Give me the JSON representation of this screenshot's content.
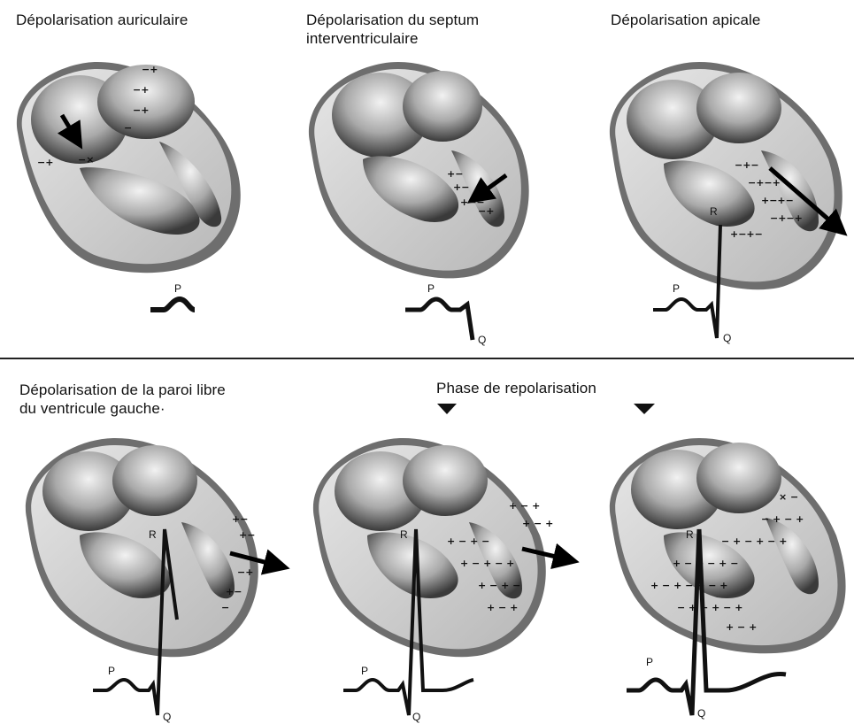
{
  "titles": {
    "p1": "Dépolarisation auriculaire",
    "p2": "Dépolarisation du septum\ninterventriculaire",
    "p3": "Dépolarisation apicale",
    "p4": "Dépolarisation de la paroi libre\ndu ventricule gauche·",
    "repol": "Phase de repolarisation"
  },
  "wave_labels": {
    "P": "P",
    "Q": "Q",
    "R": "R"
  },
  "charges": {
    "plus": "+",
    "minus": "−",
    "cross": "×"
  }
}
